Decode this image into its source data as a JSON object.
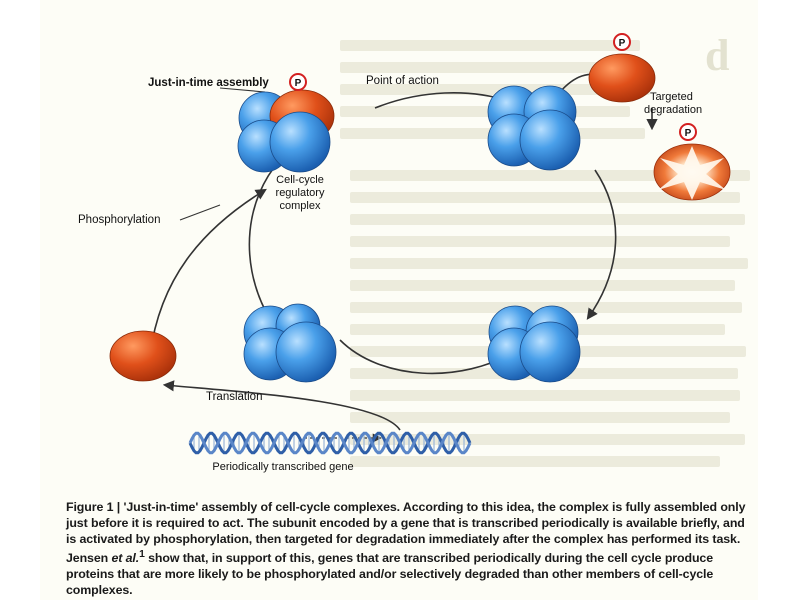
{
  "labels": {
    "assembly": "Just-in-time assembly",
    "point_of_action": "Point of action",
    "targeted_degradation_1": "Targeted",
    "targeted_degradation_2": "degradation",
    "complex_1": "Cell-cycle",
    "complex_2": "regulatory",
    "complex_3": "complex",
    "phosphorylation": "Phosphorylation",
    "translation": "Translation",
    "gene": "Periodically transcribed gene",
    "phospho_symbol": "P"
  },
  "caption": {
    "figure_label": "Figure 1",
    "separator": " | ",
    "title": "'Just-in-time' assembly of cell-cycle complexes.",
    "body_before": " According to this idea, the complex is fully assembled only just before it is required to act. The subunit encoded by a gene that is transcribed periodically is available briefly, and is activated by phosphorylation, then targeted for degradation immediately after the complex has performed its task. Jensen ",
    "et_al": "et al.",
    "superscript": "1",
    "body_after": " show that, in support of this, genes that are transcribed periodically during the cell cycle produce proteins that are more likely to be phosphorylated and/or selectively degraded than other members of cell-cycle complexes."
  },
  "colors": {
    "subunit_blue": "#3a8fdc",
    "subunit_orange": "#d94a14",
    "phospho_red": "#d32020",
    "arrow": "#333333",
    "dna_blue": "#2f5fa8"
  }
}
